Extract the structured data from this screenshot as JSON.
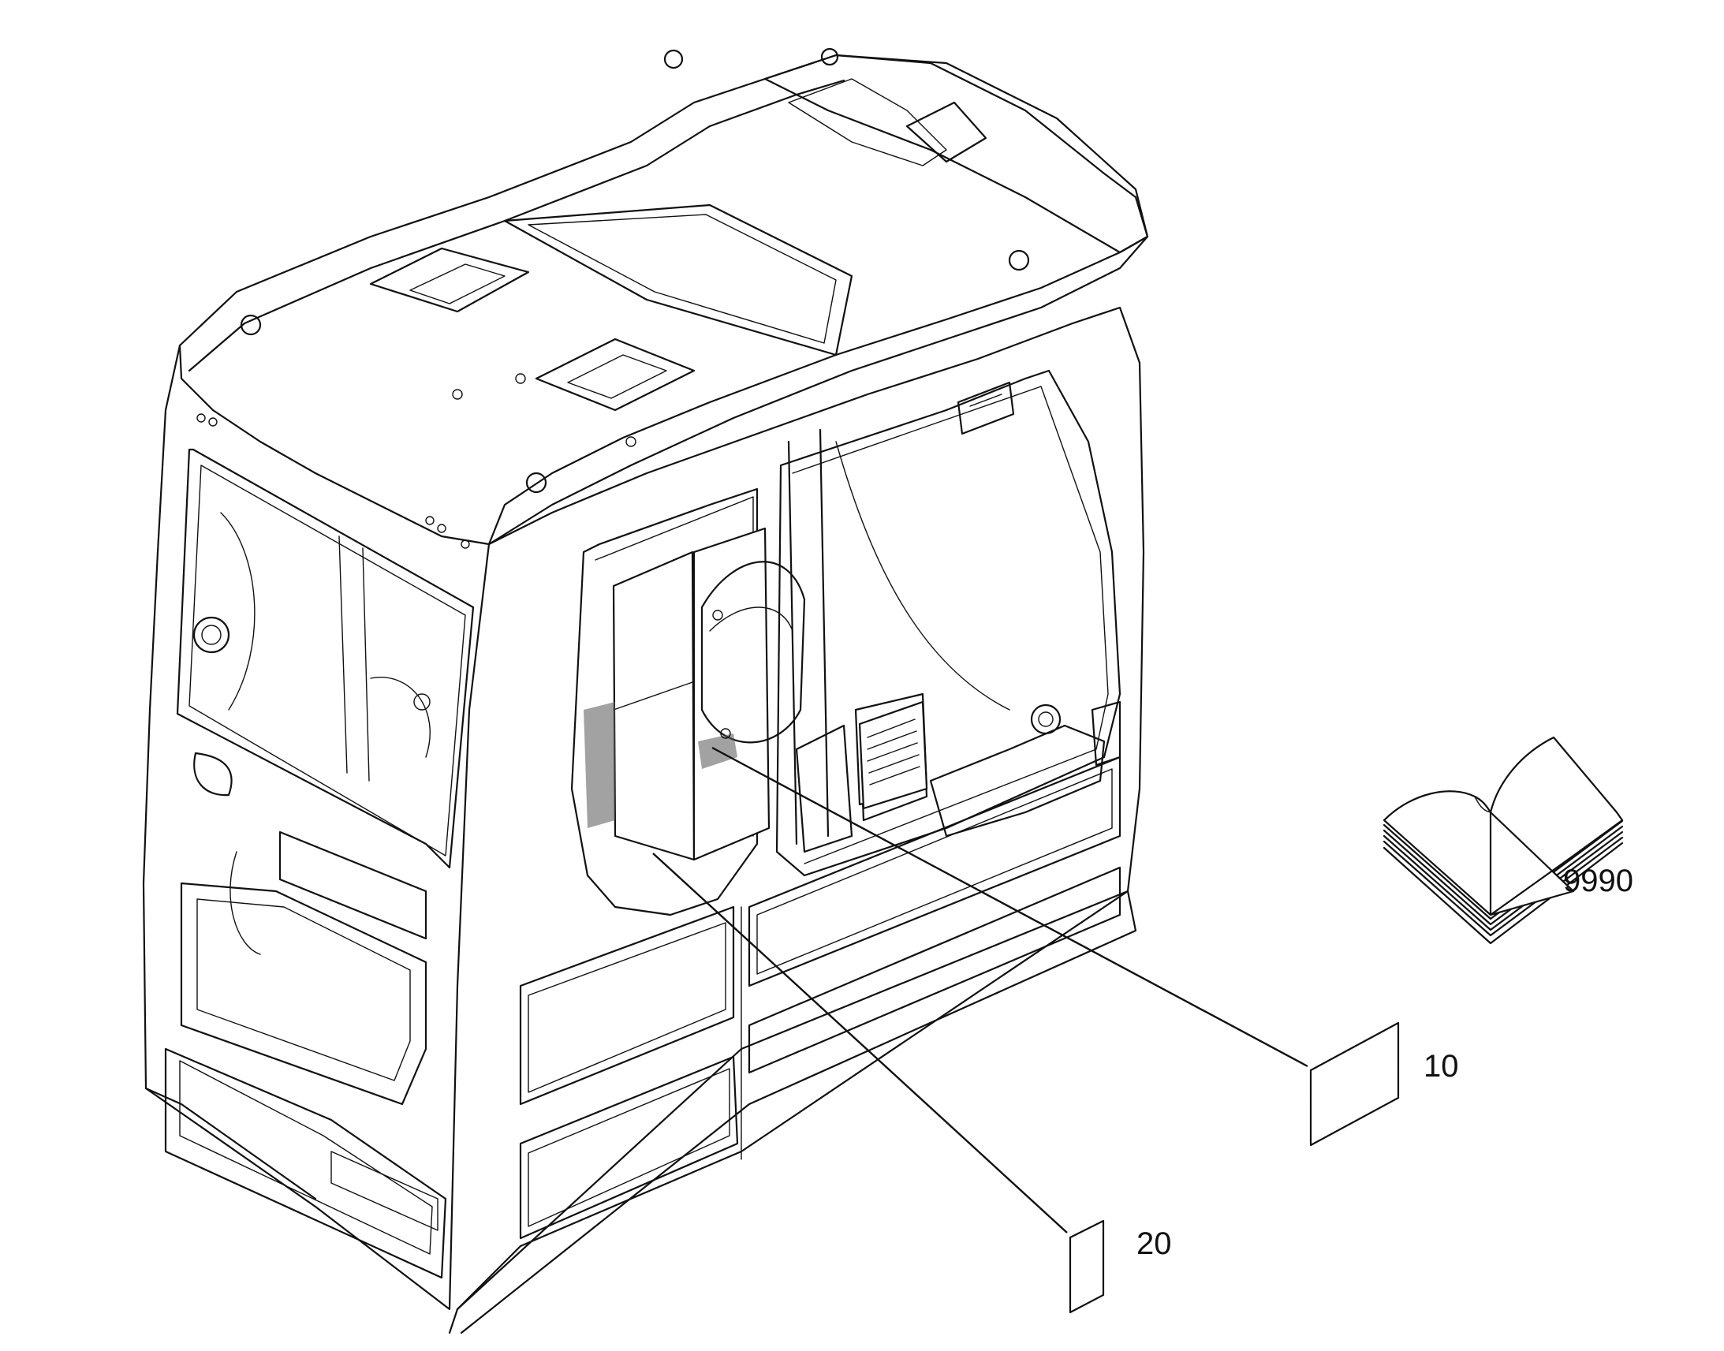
{
  "callouts": {
    "decal_10": "10",
    "decal_20": "20",
    "manual_9990": "9990"
  }
}
